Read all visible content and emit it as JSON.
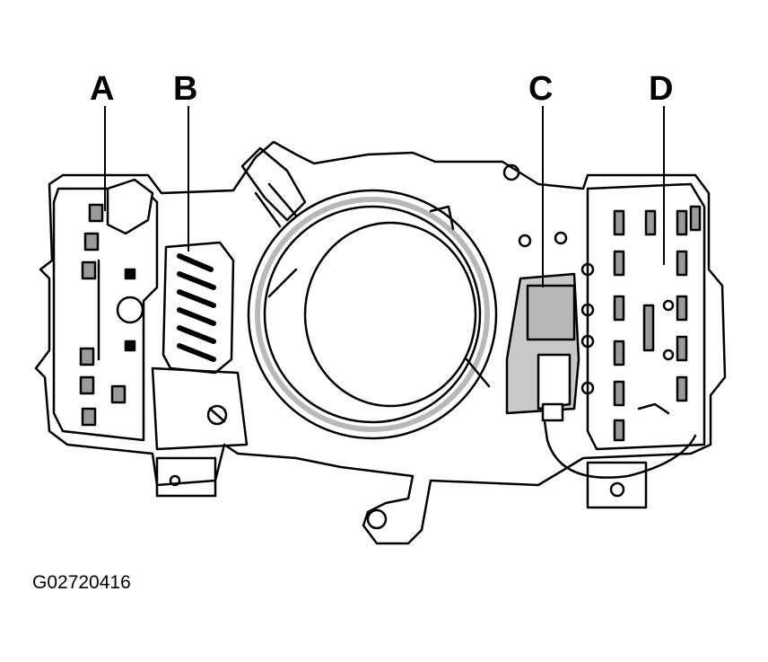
{
  "diagram": {
    "callouts": [
      {
        "id": "A",
        "label": "A"
      },
      {
        "id": "B",
        "label": "B"
      },
      {
        "id": "C",
        "label": "C"
      },
      {
        "id": "D",
        "label": "D"
      }
    ],
    "figure_code": "G02720416",
    "colors": {
      "line": "#000000",
      "body_fill": "#ffffff",
      "shade": "#b8b8b8",
      "connector_fill": "#c9c9c9",
      "slot_fill": "#9a9a9a"
    }
  }
}
